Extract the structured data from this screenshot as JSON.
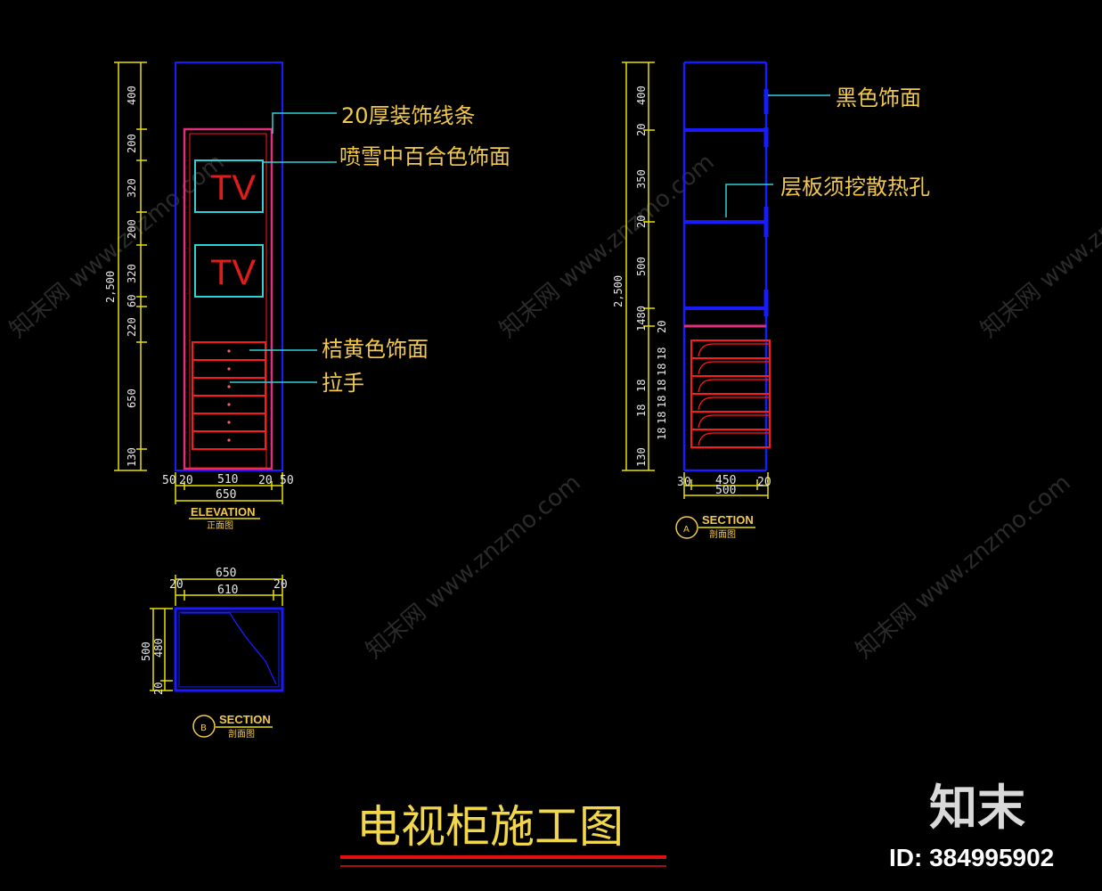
{
  "callouts": {
    "molding": "20厚装饰线条",
    "white_finish": "喷雪中百合色饰面",
    "orange_finish": "桔黄色饰面",
    "handle": "拉手",
    "black_finish": "黑色饰面",
    "vent_holes": "层板须挖散热孔"
  },
  "tv_labels": [
    "TV",
    "TV"
  ],
  "elevation": {
    "total_height": "2,500",
    "vertical_dims": [
      "400",
      "200",
      "320",
      "200",
      "320",
      "60",
      "220",
      "650",
      "130"
    ],
    "bottom_dims": [
      "50",
      "20",
      "510",
      "20",
      "50"
    ],
    "width": "650",
    "caption": "ELEVATION",
    "caption_sub": "正面图"
  },
  "section_a": {
    "marker": "A",
    "total_height": "2,500",
    "vertical_dims": [
      "400",
      "20",
      "350",
      "20",
      "500",
      "1480",
      "20",
      "130",
      "18",
      "18",
      "18",
      "18",
      "18",
      "18",
      "18",
      "18"
    ],
    "bottom_dims": [
      "30",
      "450",
      "20"
    ],
    "width": "500",
    "caption": "SECTION",
    "caption_sub": "剖面图"
  },
  "section_b": {
    "marker": "B",
    "top_width": "650",
    "inner_width": "610",
    "side_dims": [
      "20",
      "20"
    ],
    "depth_dims": [
      "500",
      "480",
      "20"
    ],
    "caption": "SECTION",
    "caption_sub": "剖面图"
  },
  "title": "电视柜施工图",
  "watermark": "知末网 www.znzmo.com",
  "logo": "知末",
  "id_label": "ID: 384995902",
  "colors": {
    "yellow": "#e8e000",
    "blue": "#1a1aff",
    "red": "#ff1a1a",
    "cyan": "#30d0d8",
    "magenta": "#e0307a",
    "text": "#f2c94c"
  }
}
